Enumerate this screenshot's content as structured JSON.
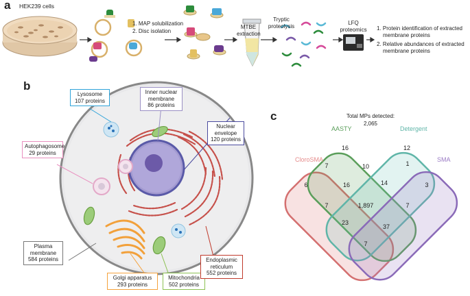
{
  "panel_a": {
    "letter": "a",
    "cells_label": "HEK239 cells",
    "step1": "1. MAP solubilization",
    "step2": "2. Disc isolation",
    "mtbe": [
      "MTBE",
      "extraction"
    ],
    "tryptic": [
      "Tryptic",
      "proteolysis"
    ],
    "lfq": [
      "LFQ",
      "proteomics"
    ],
    "outcome1": [
      "1. Protein identification of extracted",
      "membrane proteins"
    ],
    "outcome2": [
      "2. Relative abundances of extracted",
      "membrane proteins"
    ]
  },
  "panel_b": {
    "letter": "b",
    "lysosome": [
      "Lysosome",
      "107 proteins"
    ],
    "inner_nuclear": [
      "Inner nuclear",
      "membrane",
      "86 proteins"
    ],
    "nuclear_envelope": [
      "Nuclear",
      "envelope",
      "120 proteins"
    ],
    "autophagosome": [
      "Autophagosome",
      "29 proteins"
    ],
    "plasma": [
      "Plasma",
      "membrane",
      "584 proteins"
    ],
    "golgi": [
      "Golgi apparatus",
      "293 proteins"
    ],
    "mito": [
      "Mitochondria",
      "502 proteins"
    ],
    "er": [
      "Endoplasmic",
      "reticulum",
      "552 proteins"
    ],
    "colors": {
      "lysosome": "#2ea3d9",
      "inner_nuclear": "#9a8fc4",
      "nuclear_envelope": "#4a4a9e",
      "autophagosome": "#e98fbf",
      "plasma": "#777777",
      "golgi": "#f5a23c",
      "mito": "#8cc152",
      "er": "#c0392b"
    }
  },
  "panel_c": {
    "letter": "c",
    "total_label": "Total MPs detected:",
    "total_value": "2,065",
    "sets": {
      "cloro": {
        "name": "CloroSMA",
        "color": "#e58a8a"
      },
      "aasty": {
        "name": "AASTY",
        "color": "#5a9e5a"
      },
      "detergent": {
        "name": "Detergent",
        "color": "#6cc4b8"
      },
      "sma": {
        "name": "SMA",
        "color": "#9a7ac4"
      }
    },
    "regions": {
      "aasty_only": "16",
      "det_only": "12",
      "cloro_aasty": "7",
      "aasty_det": "10",
      "det_sma": "1",
      "cloro_only": "6",
      "cloro_aasty_det": "16",
      "aasty_det_sma": "14",
      "sma_only": "3",
      "cloro_det": "7",
      "all": "1,897",
      "aasty_sma": "7",
      "cloro_det_sma": "23",
      "cloro_aasty_sma": "37",
      "cloro_sma": "7"
    }
  }
}
